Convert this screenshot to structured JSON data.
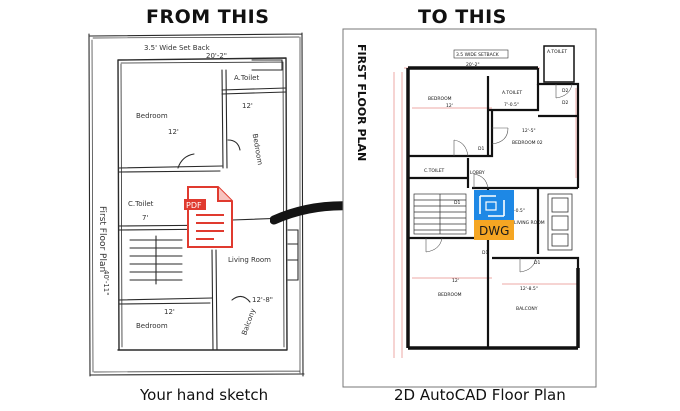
{
  "headings": {
    "left": "FROM THIS",
    "right": "TO THIS"
  },
  "captions": {
    "left": "Your hand sketch",
    "right": "2D AutoCAD Floor Plan"
  },
  "sketch": {
    "top_label": "3.5' Wide Set Back",
    "top_dim": "20'-2\"",
    "rooms": [
      {
        "key": "bed1",
        "label": "Bedroom",
        "dim": "12'"
      },
      {
        "key": "toilet1",
        "label": "A.Toilet",
        "dim": ""
      },
      {
        "key": "bed2",
        "label": "Bedroom",
        "dim": "12'"
      },
      {
        "key": "toilet2",
        "label": "C.Toilet",
        "dim": "7'"
      },
      {
        "key": "living",
        "label": "Living Room",
        "dim": ""
      },
      {
        "key": "bed3",
        "label": "Bedroom",
        "dim": "12'"
      },
      {
        "key": "balcony",
        "label": "Balcony",
        "dim": "12'-8\""
      }
    ],
    "side_text": "First Floor Plan",
    "side_dim": "40'-11\""
  },
  "plan": {
    "vertical_title": "FIRST FLOOR PLAN",
    "top_label": "3.5 WIDE SETBACK",
    "top_dim": "20'-2\"",
    "rooms": [
      {
        "key": "bed1",
        "label": "BEDROOM",
        "dim": "12'"
      },
      {
        "key": "atoilet1",
        "label": "A.TOILET",
        "dim": "7'-0.5\""
      },
      {
        "key": "atoilet2",
        "label": "A.TOILET",
        "dim": ""
      },
      {
        "key": "bed2",
        "label": "BEDROOM 02",
        "dim": "12'-5\""
      },
      {
        "key": "ctoilet",
        "label": "C.TOILET",
        "dim": ""
      },
      {
        "key": "lobby",
        "label": "LOBBY",
        "dim": ""
      },
      {
        "key": "living",
        "label": "LIVING ROOM",
        "dim": "-0.5\""
      },
      {
        "key": "bed3",
        "label": "BEDROOM",
        "dim": "12'"
      },
      {
        "key": "balcony",
        "label": "BALCONY",
        "dim": "12'-8.5\""
      }
    ],
    "door_tags": [
      "D1",
      "D1",
      "D1",
      "D1",
      "D2",
      "D2"
    ]
  },
  "icons": {
    "pdf": "PDF",
    "dwg": "DWG"
  },
  "colors": {
    "arrow": "#141414",
    "pdf_red": "#e03a2f",
    "dwg_blue": "#1e88e5",
    "dwg_orange": "#f5a623",
    "dim_red": "#d9534f"
  }
}
